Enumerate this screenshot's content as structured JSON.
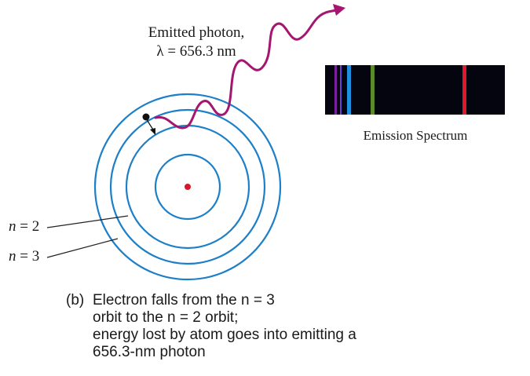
{
  "photon": {
    "line1": "Emitted photon,",
    "line2": "λ = 656.3 nm",
    "color": "#a4166f"
  },
  "spectrum": {
    "caption": "Emission Spectrum",
    "background": "#050510",
    "lines": [
      {
        "color": "#7a1fa0"
      },
      {
        "color": "#6a3fd8"
      },
      {
        "color": "#1f8fe0"
      },
      {
        "color": "#5a8a2a"
      },
      {
        "color": "#e0182e"
      }
    ]
  },
  "atom": {
    "orbit_color": "#1d7fc8",
    "nucleus_color": "#d8182a",
    "electron_color": "#111111"
  },
  "levels": [
    {
      "var": "n",
      "rest": " = 2"
    },
    {
      "var": "n",
      "rest": " = 3"
    }
  ],
  "caption": {
    "tag": "(b)",
    "text": "Electron falls from the n = 3 orbit to the n = 2 orbit; energy lost by atom goes into emitting a 656.3-nm photon"
  }
}
